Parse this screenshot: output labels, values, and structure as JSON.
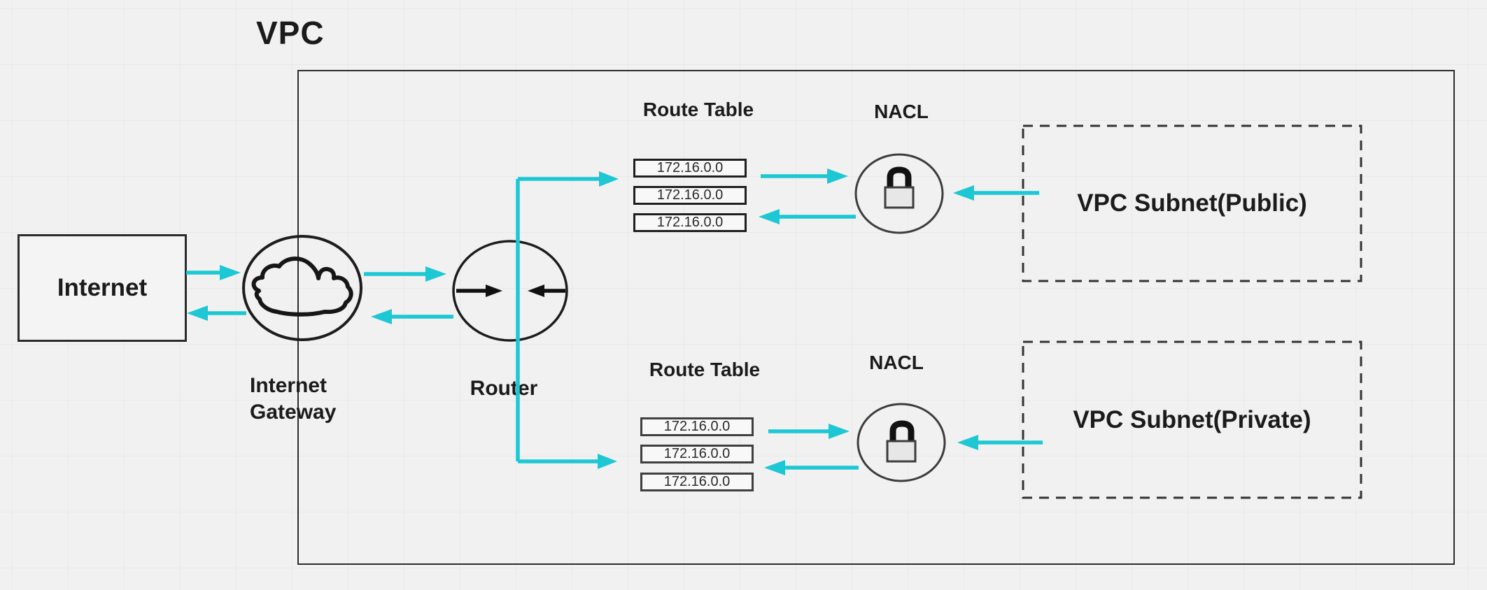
{
  "diagram": {
    "title": "VPC",
    "nodes": {
      "internet": {
        "label": "Internet"
      },
      "internet_gateway": {
        "label_line1": "Internet",
        "label_line2": "Gateway"
      },
      "router": {
        "label": "Router"
      },
      "route_table_public": {
        "title": "Route Table",
        "entries": [
          "172.16.0.0",
          "172.16.0.0",
          "172.16.0.0"
        ]
      },
      "route_table_private": {
        "title": "Route Table",
        "entries": [
          "172.16.0.0",
          "172.16.0.0",
          "172.16.0.0"
        ]
      },
      "nacl_public": {
        "label": "NACL"
      },
      "nacl_private": {
        "label": "NACL"
      },
      "subnet_public": {
        "label": "VPC Subnet(Public)"
      },
      "subnet_private": {
        "label": "VPC Subnet(Private)"
      }
    },
    "colors": {
      "arrow": "#1dc7d3",
      "shape_stroke": "#1f1f1f",
      "canvas_background": "#f1f1f1"
    }
  }
}
